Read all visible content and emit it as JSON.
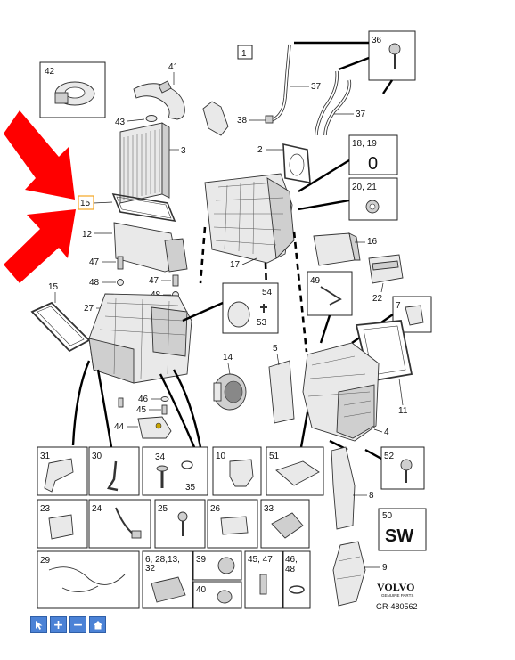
{
  "callouts": {
    "c1": "1",
    "c2": "2",
    "c3": "3",
    "c4": "4",
    "c5": "5",
    "c8": "8",
    "c9": "9",
    "c11": "11",
    "c12": "12",
    "c14": "14",
    "c15a": "15",
    "c15b": "15",
    "c16": "16",
    "c17": "17",
    "c22": "22",
    "c27": "27",
    "c37a": "37",
    "c37b": "37",
    "c38": "38",
    "c41": "41",
    "c43": "43",
    "c44": "44",
    "c45": "45",
    "c46": "46",
    "c47a": "47",
    "c47b": "47",
    "c48a": "48",
    "c48b": "48",
    "c53": "53",
    "c54": "54",
    "c34": "34",
    "c35": "35"
  },
  "boxes": {
    "b42": "42",
    "b36": "36",
    "b18_19": "18, 19",
    "b18_19_value": "0",
    "b20_21": "20, 21",
    "b49": "49",
    "b7": "7",
    "b52": "52",
    "b50": "50",
    "b50_value": "SW",
    "b31": "31",
    "b30": "30",
    "b34_35": "",
    "b10": "10",
    "b51": "51",
    "b23": "23",
    "b24": "24",
    "b25": "25",
    "b26": "26",
    "b33": "33",
    "b29": "29",
    "b6_28": "6, 28,13,",
    "b6_28_b": "32",
    "b39": "39",
    "b40": "40",
    "b45_47": "45, 47",
    "b46_48": "46,",
    "b46_48_b": "48"
  },
  "brand": {
    "name": "VOLVO",
    "sub": "GENUINE PARTS",
    "ref": "GR-480562"
  },
  "toolbar": {
    "pointer": "pointer-tool",
    "zoom_in": "+",
    "zoom_out": "−",
    "home": "home"
  },
  "colors": {
    "arrow": "#ff0000",
    "highlight": "#f5a623",
    "toolbar": "#4b82d6"
  }
}
